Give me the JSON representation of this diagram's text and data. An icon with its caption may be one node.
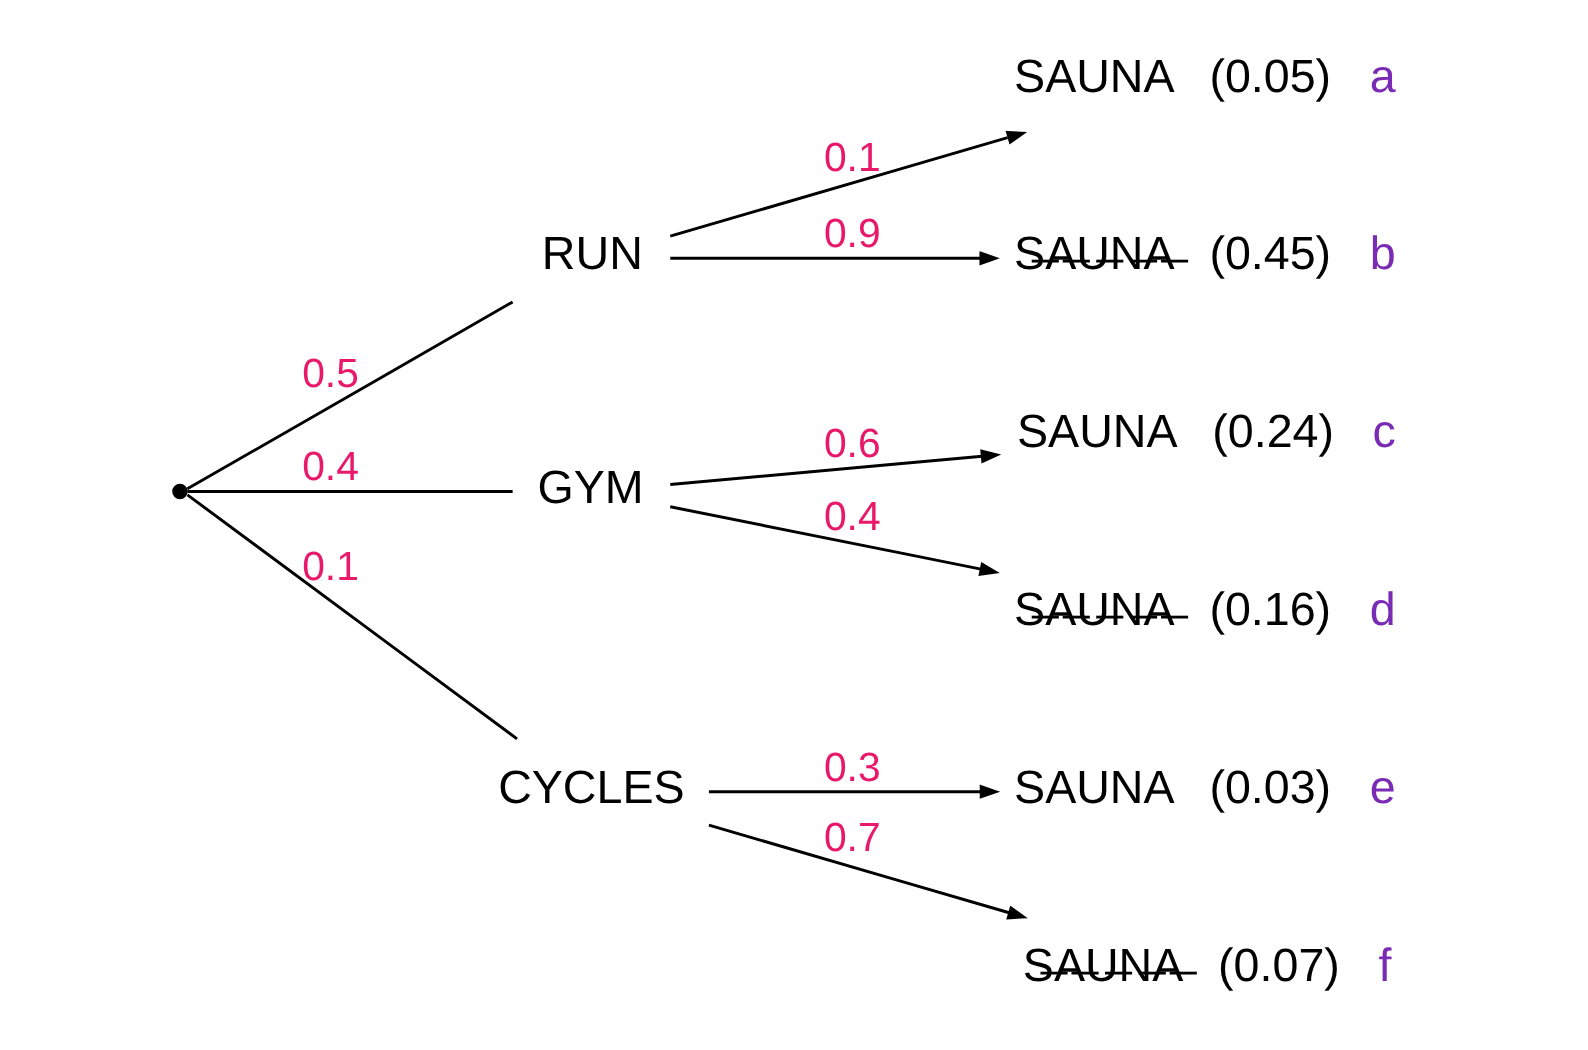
{
  "diagram": {
    "nodes": [
      {
        "text": [],
        "shape": "circle"
      },
      {
        "text": [
          "RUN"
        ]
      },
      {
        "text": [
          "GYM"
        ]
      },
      {
        "text": [
          "CYCLES"
        ]
      },
      {
        "text": [
          "SAUNA"
        ],
        "beside": [
          "(0.05)",
          "a"
        ]
      },
      {
        "text": [
          "S̶A̶U̶N̶A̶"
        ],
        "beside": [
          "(0.45)",
          "b"
        ]
      },
      {
        "text": [
          "SAUNA"
        ],
        "beside": [
          "(0.24)",
          "c"
        ]
      },
      {
        "text": [
          "S̶A̶U̶N̶A̶"
        ],
        "beside": [
          "(0.16)",
          "d"
        ]
      },
      {
        "text": [
          "SAUNA"
        ],
        "beside": [
          "(0.03)",
          "e"
        ]
      },
      {
        "text": [
          "S̶A̶U̶N̶A̶"
        ],
        "beside": [
          "(0.07)",
          "f"
        ]
      }
    ],
    "edges": [
      {
        "from": 0,
        "to": 1,
        "arrow": "none",
        "label": "0.5"
      },
      {
        "from": 0,
        "to": 2,
        "arrow": "none",
        "label": "0.4"
      },
      {
        "from": 0,
        "to": 3,
        "arrow": "none",
        "label": "0.1"
      },
      {
        "from": 1,
        "to": 4,
        "arrow": "to",
        "label": "0.1"
      },
      {
        "from": 1,
        "to": 5,
        "arrow": "to",
        "label": "0.9"
      },
      {
        "from": 2,
        "to": 6,
        "arrow": "to",
        "label": "0.6"
      },
      {
        "from": 2,
        "to": 7,
        "arrow": "to",
        "label": "0.4"
      },
      {
        "from": 3,
        "to": 8,
        "arrow": "to",
        "label": "0.3"
      },
      {
        "from": 3,
        "to": 9,
        "arrow": "to",
        "label": "0.7"
      }
    ]
  }
}
